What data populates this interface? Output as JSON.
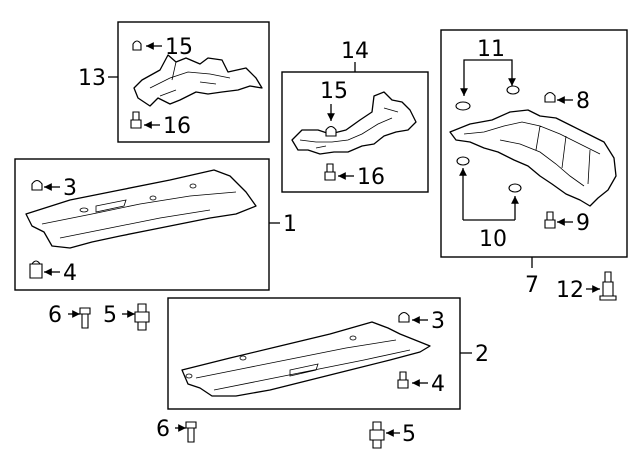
{
  "callouts": {
    "c1": "1",
    "c2": "2",
    "c3a": "3",
    "c3b": "3",
    "c4a": "4",
    "c4b": "4",
    "c5a": "5",
    "c5b": "5",
    "c6a": "6",
    "c6b": "6",
    "c7": "7",
    "c8": "8",
    "c9": "9",
    "c10": "10",
    "c11": "11",
    "c12": "12",
    "c13": "13",
    "c14": "14",
    "c15a": "15",
    "c15b": "15",
    "c16a": "16",
    "c16b": "16"
  }
}
